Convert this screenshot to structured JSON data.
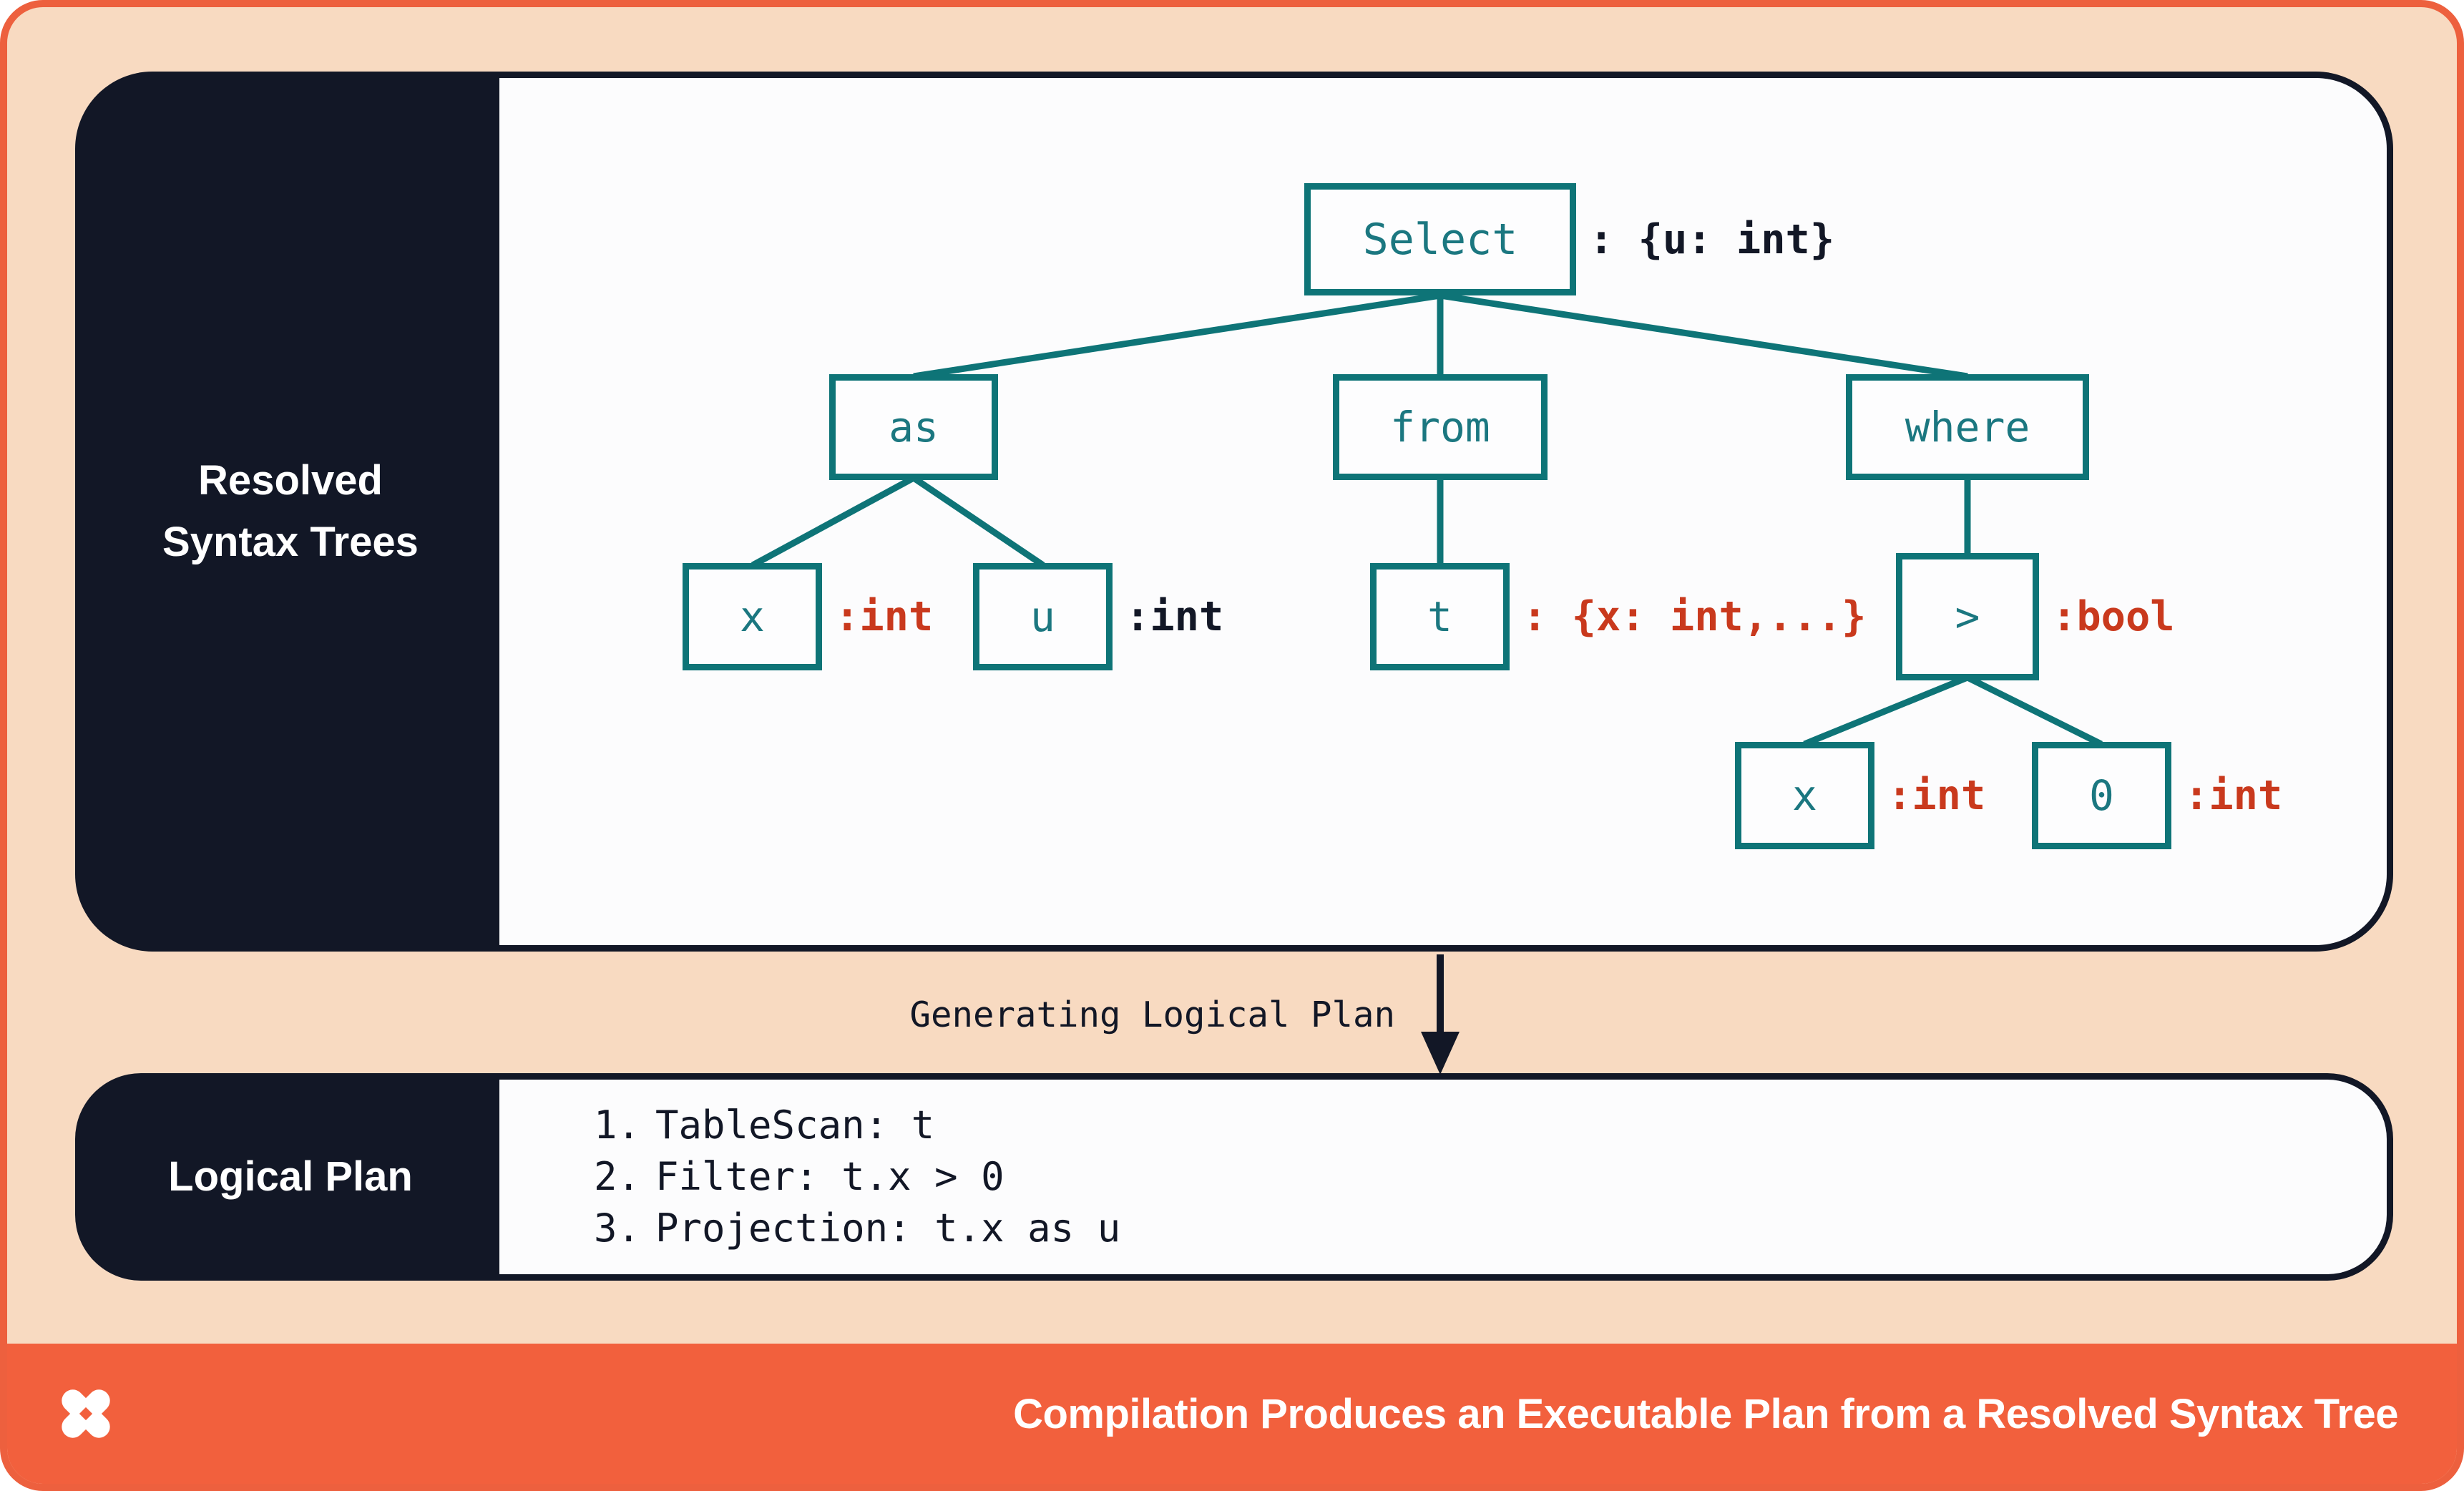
{
  "colors": {
    "peach_background": "#f8dac1",
    "outer_border_orange": "#ed603e",
    "footer_orange": "#f2603d",
    "dark_navy": "#121726",
    "panel_white": "#fcfcfd",
    "teal_accent": "#0e7477",
    "teal_text": "#1b7780",
    "type_red": "#c9391d"
  },
  "resolved_panel": {
    "sidebar_label": "Resolved Syntax Trees",
    "tree": {
      "select": {
        "label": "Select",
        "type": ": {u: int}"
      },
      "as_node": {
        "label": "as"
      },
      "from_node": {
        "label": "from"
      },
      "where_node": {
        "label": "where"
      },
      "x_alias": {
        "label": "x",
        "type": ":int"
      },
      "u_alias": {
        "label": "u",
        "type": ":int"
      },
      "t_table": {
        "label": "t",
        "type": ": {x: int,...}"
      },
      "gt_op": {
        "label": ">",
        "type": ":bool"
      },
      "x_operand": {
        "label": "x",
        "type": ":int"
      },
      "zero_operand": {
        "label": "0",
        "type": ":int"
      }
    }
  },
  "flow_arrow": {
    "label": "Generating Logical Plan"
  },
  "logical_panel": {
    "sidebar_label": "Logical Plan",
    "item_numbers": [
      "1.",
      "2.",
      "3."
    ],
    "items": [
      "TableScan: t",
      "Filter: t.x > 0",
      "Projection: t.x as u"
    ]
  },
  "footer": {
    "logo": "pinwheel-x-logo",
    "title": "Compilation Produces an Executable Plan from a Resolved Syntax Tree"
  }
}
